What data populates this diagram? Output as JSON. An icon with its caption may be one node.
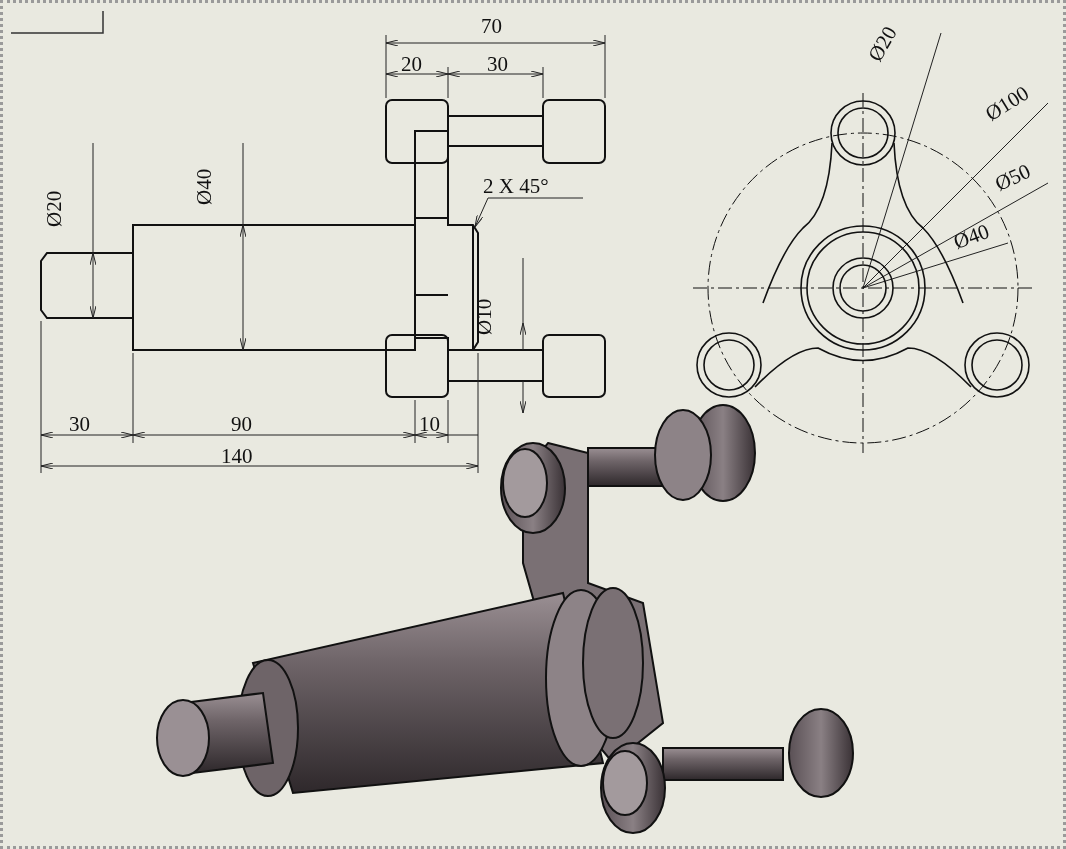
{
  "diagram": {
    "labels": [
      "70",
      "Ø20",
      "20",
      "30",
      "Ø100",
      "Ø40",
      "Ø50",
      "Ø20",
      "2 X 45°",
      "Ø40",
      "Ø10",
      "30",
      "90",
      "10",
      "140"
    ]
  }
}
